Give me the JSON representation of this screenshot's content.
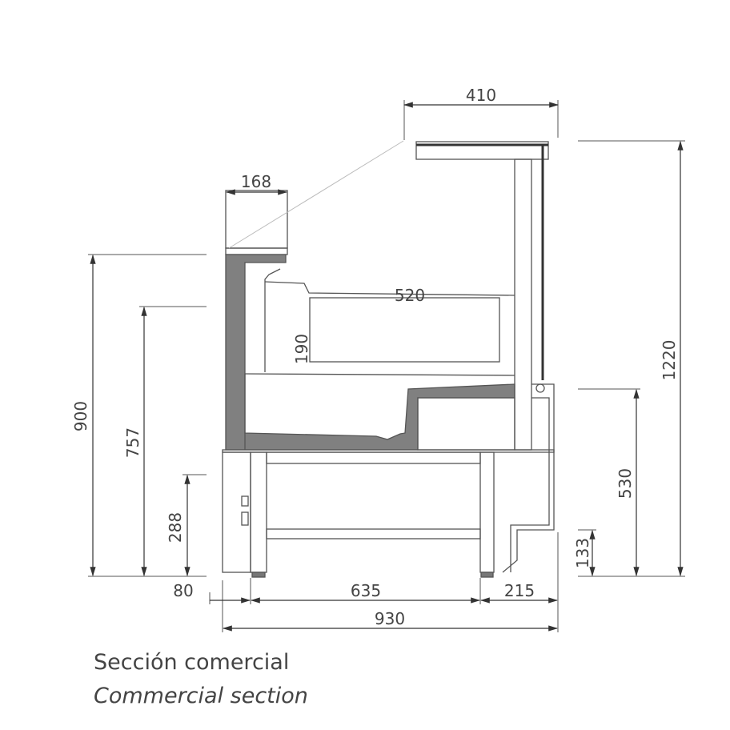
{
  "dimensions": {
    "canopy_width": "410",
    "top_box_width": "168",
    "pan_width": "520",
    "pan_height": "190",
    "height_900": "900",
    "height_757": "757",
    "height_288": "288",
    "height_1220": "1220",
    "height_530": "530",
    "height_133": "133",
    "width_80": "80",
    "width_635": "635",
    "width_215": "215",
    "total_width": "930"
  },
  "caption": {
    "spanish": "Sección comercial",
    "english": "Commercial section"
  },
  "colors": {
    "line": "#555555",
    "section_fill": "#808080"
  }
}
